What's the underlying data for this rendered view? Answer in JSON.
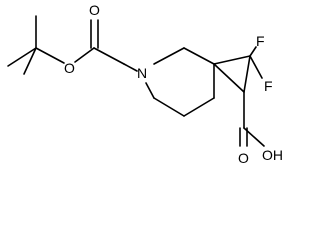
{
  "molecule": {
    "atoms": {
      "oxygen_carbonyl": "O",
      "oxygen_ester": "O",
      "nitrogen": "N",
      "fluorine_upper": "F",
      "fluorine_lower": "F",
      "oxygen_acid_carbonyl": "O",
      "hydroxyl": "OH"
    }
  }
}
